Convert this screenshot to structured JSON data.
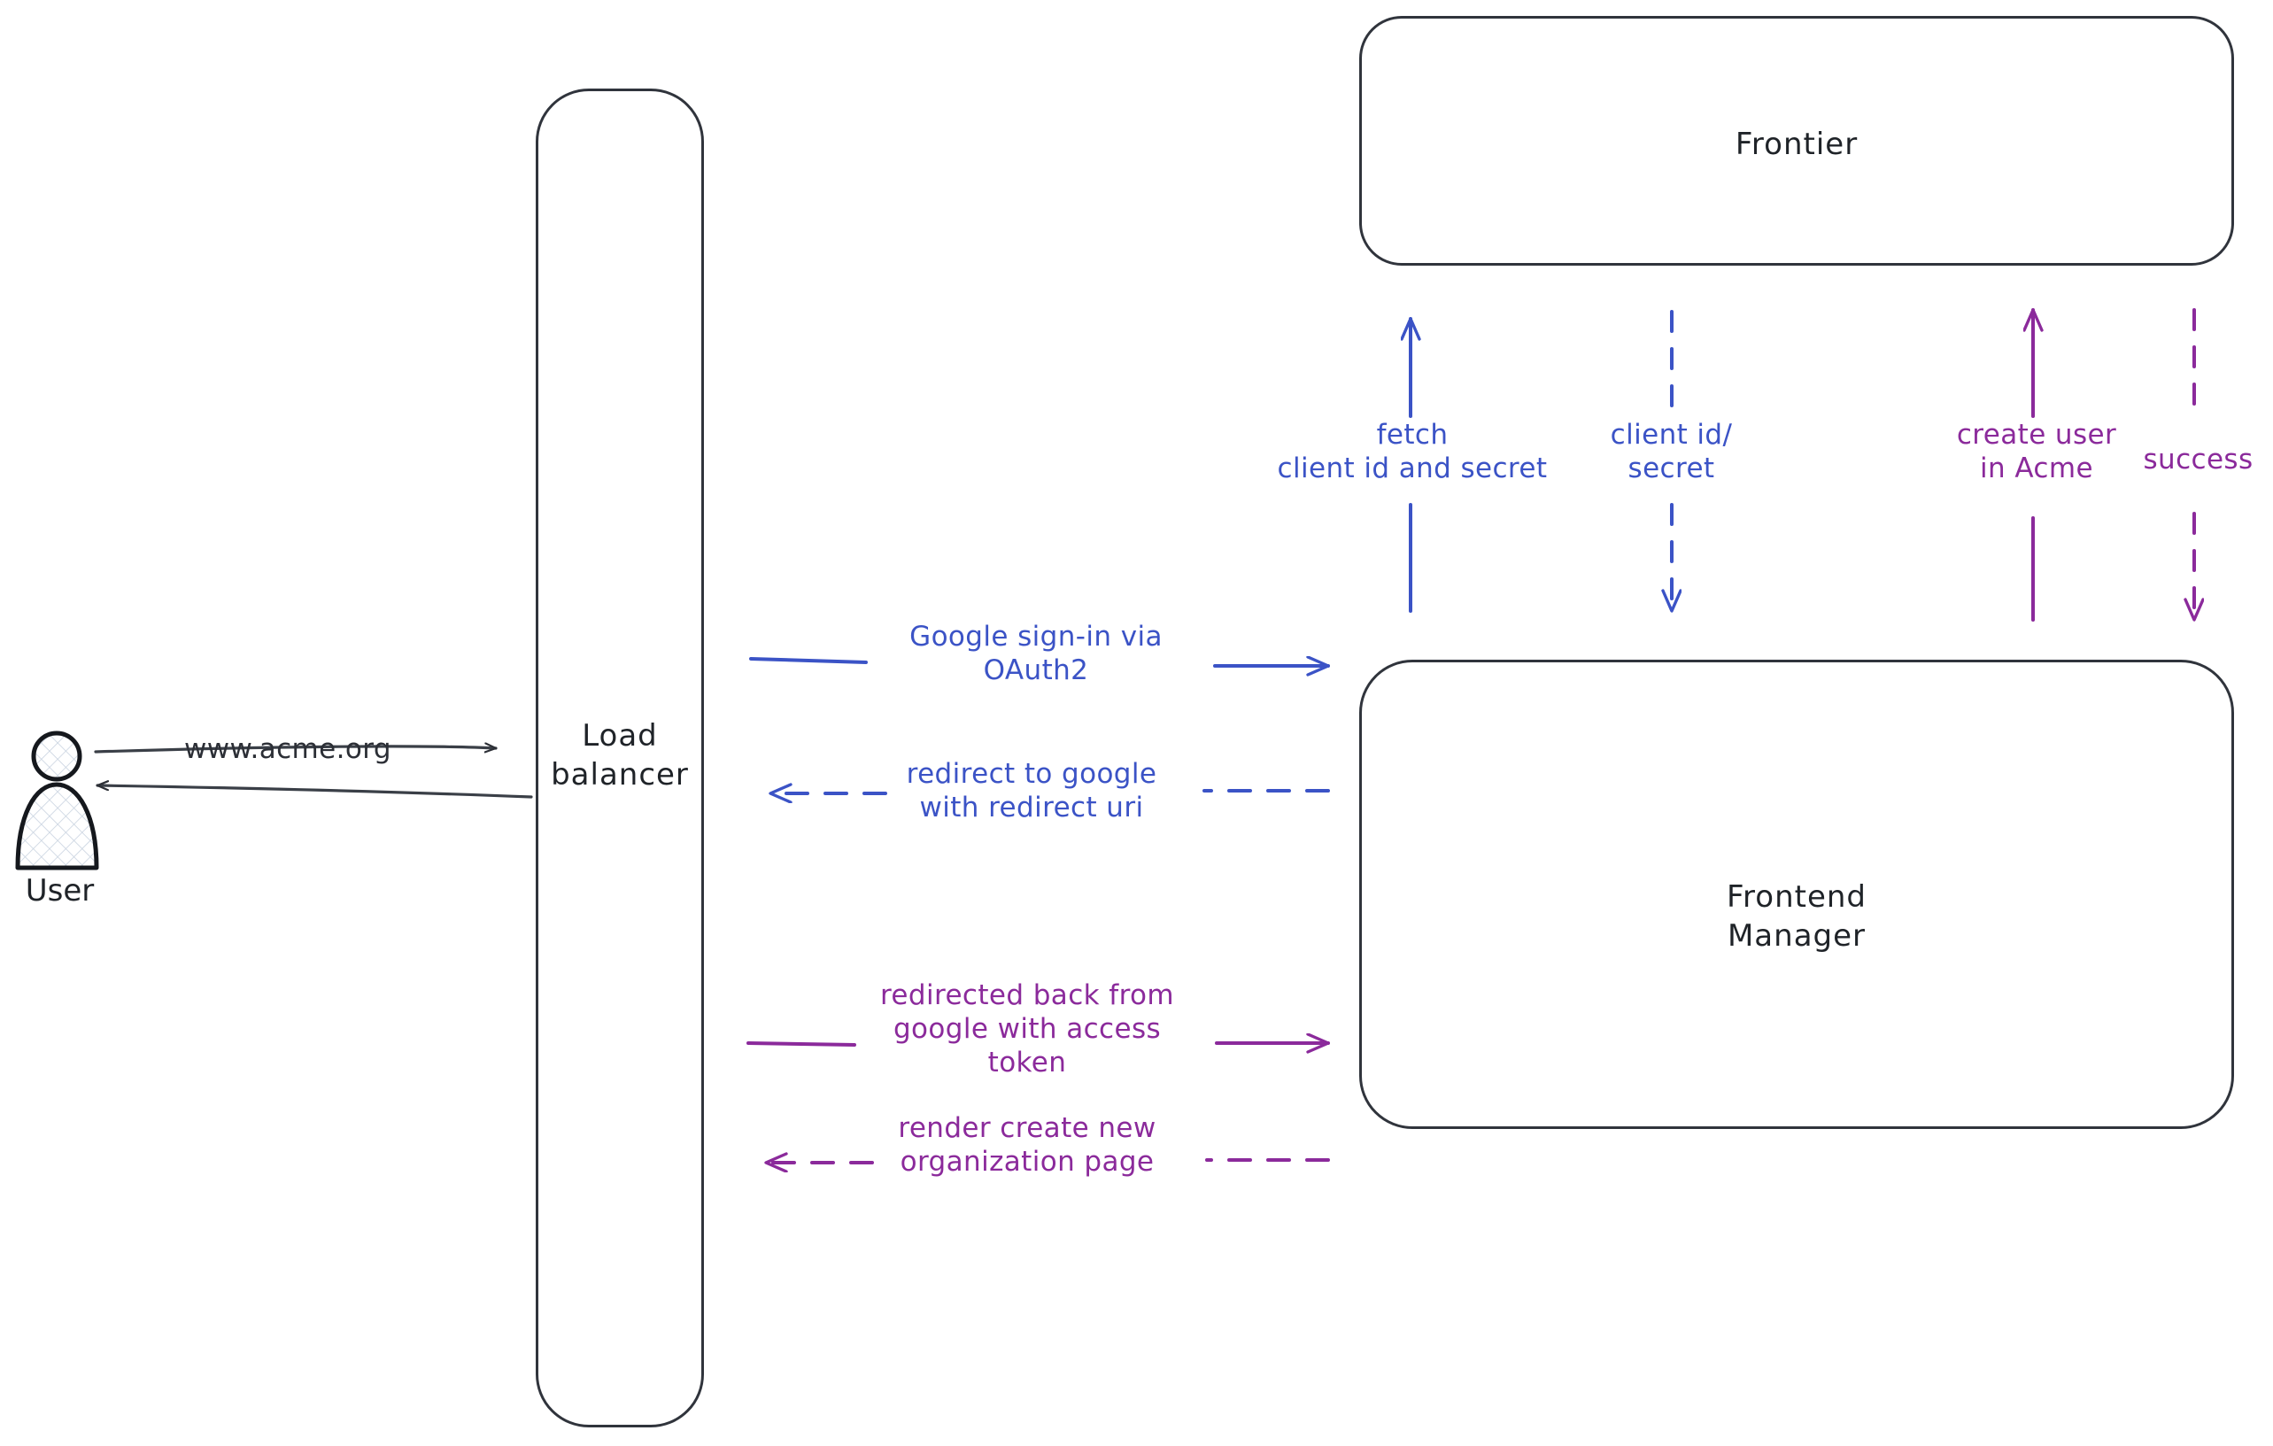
{
  "diagram": {
    "title": "Google OAuth2 sign-in flow",
    "colors": {
      "node_stroke": "#30343c",
      "blue": "#3b53c6",
      "purple": "#8b2a9b",
      "dark": "#2c2f36",
      "background": "#ffffff"
    }
  },
  "actors": {
    "user": {
      "label": "User",
      "icon": "user-person-icon"
    }
  },
  "nodes": [
    {
      "id": "load-balancer",
      "label": "Load\nbalancer"
    },
    {
      "id": "frontier",
      "label": "Frontier"
    },
    {
      "id": "frontend-manager",
      "label": "Frontend\nManager"
    }
  ],
  "edges": {
    "user_to_lb": {
      "label": "www.acme.org",
      "color": "#2c2f36",
      "style": "solid",
      "direction": "right"
    },
    "lb_to_user": {
      "label": "",
      "color": "#2c2f36",
      "style": "solid",
      "direction": "left"
    },
    "google_signin": {
      "label": "Google sign-in via\nOAuth2",
      "color": "#3b53c6",
      "style": "solid",
      "direction": "right"
    },
    "redirect_to_google": {
      "label": "redirect to google\nwith redirect uri",
      "color": "#3b53c6",
      "style": "dashed",
      "direction": "left"
    },
    "redirected_back": {
      "label": "redirected back from\ngoogle with access\ntoken",
      "color": "#8b2a9b",
      "style": "solid",
      "direction": "right"
    },
    "render_org_page": {
      "label": "render create new\norganization page",
      "color": "#8b2a9b",
      "style": "dashed",
      "direction": "left"
    },
    "fetch_client_id": {
      "label": "fetch\nclient id and secret",
      "color": "#3b53c6",
      "style": "solid",
      "direction": "up"
    },
    "client_id_secret": {
      "label": "client id/\nsecret",
      "color": "#3b53c6",
      "style": "dashed",
      "direction": "down"
    },
    "create_user": {
      "label": "create user\nin Acme",
      "color": "#8b2a9b",
      "style": "solid",
      "direction": "up"
    },
    "success": {
      "label": "success",
      "color": "#8b2a9b",
      "style": "dashed",
      "direction": "down"
    }
  }
}
